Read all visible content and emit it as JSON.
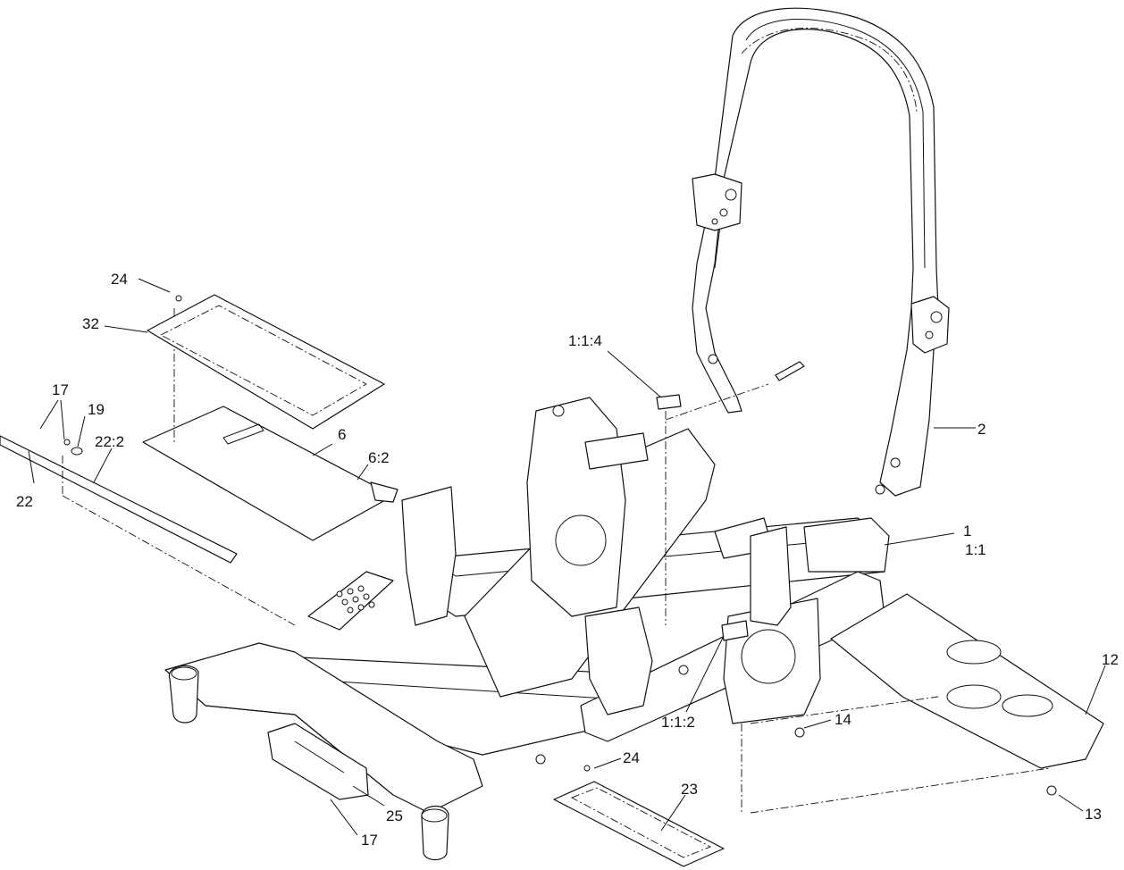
{
  "callouts": {
    "c24_top": "24",
    "c32": "32",
    "c17_top": "17",
    "c19": "19",
    "c22_2": "22:2",
    "c22": "22",
    "c6": "6",
    "c6_2": "6:2",
    "c1_1_4": "1:1:4",
    "c2": "2",
    "c1": "1",
    "c1_1": "1:1",
    "c12": "12",
    "c14": "14",
    "c1_1_2": "1:1:2",
    "c24_bottom": "24",
    "c23": "23",
    "c13": "13",
    "c25": "25",
    "c17_bottom": "17"
  }
}
